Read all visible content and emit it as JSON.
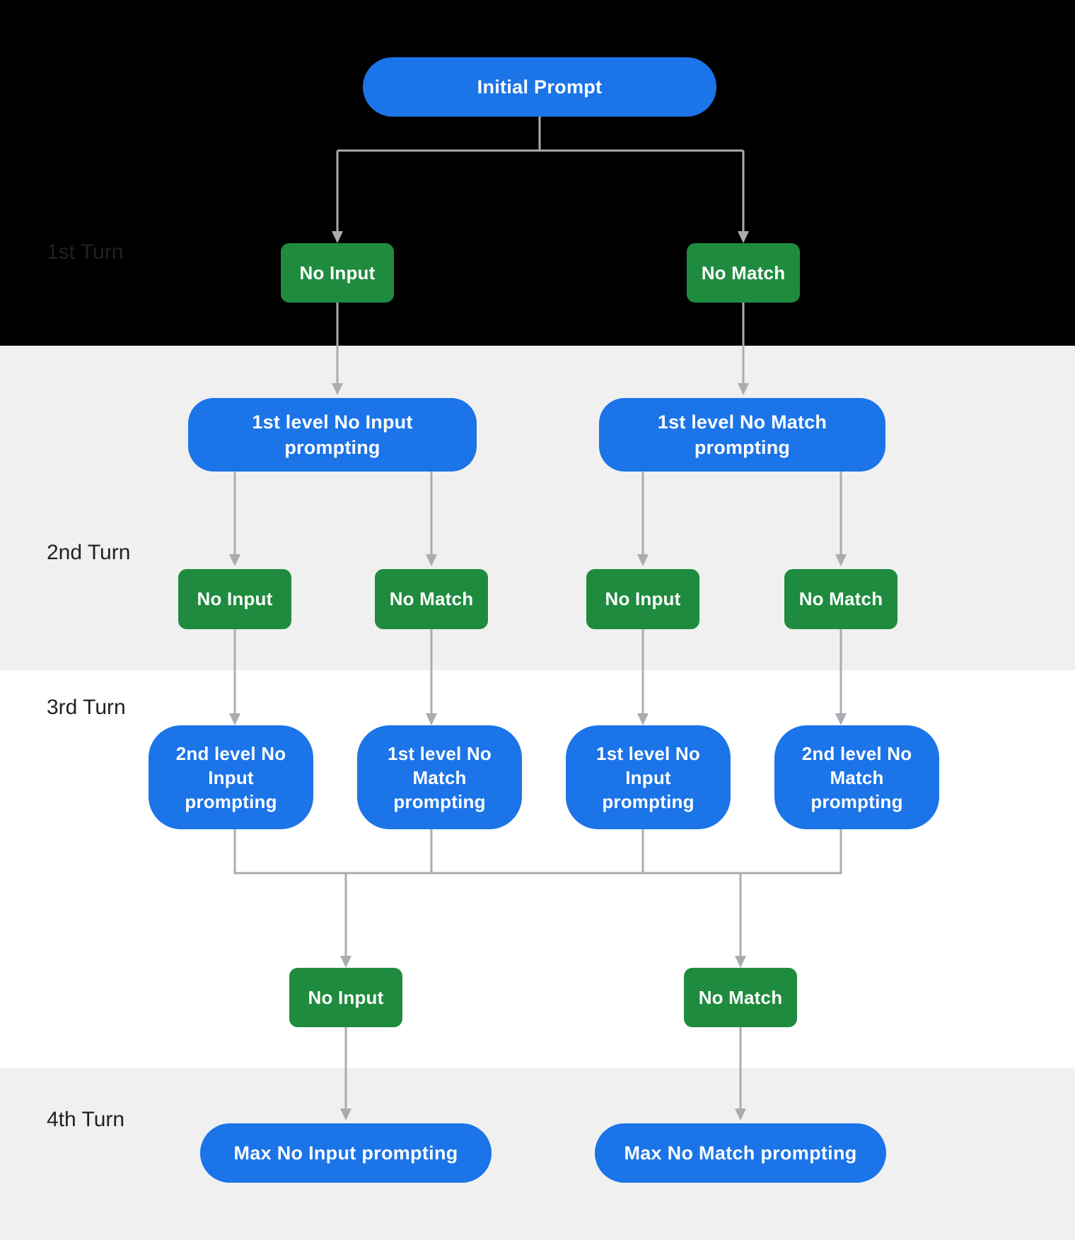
{
  "colors": {
    "blue": "#1b74e8",
    "green": "#1f8b3e",
    "line": "#a9acb0",
    "band_black": "#000000",
    "band_gray": "#f0f0f1",
    "turn_label": "#202124",
    "node_text": "#ffffff"
  },
  "turn_labels": [
    "1st Turn",
    "2nd Turn",
    "3rd Turn",
    "4th Turn"
  ],
  "nodes": {
    "initial_prompt": "Initial Prompt",
    "turn1": {
      "no_input": "No Input",
      "no_match": "No Match"
    },
    "turn2_prompts": {
      "no_input": "1st level No Input prompting",
      "no_match": "1st level No Match prompting"
    },
    "turn2_events": [
      "No Input",
      "No Match",
      "No Input",
      "No Match"
    ],
    "turn3_prompts": [
      "2nd level No Input prompting",
      "1st level No Match prompting",
      "1st level No Input prompting",
      "2nd level No Match prompting"
    ],
    "turn3_events": {
      "no_input": "No Input",
      "no_match": "No Match"
    },
    "turn4_prompts": {
      "no_input": "Max No Input prompting",
      "no_match": "Max No Match prompting"
    }
  }
}
